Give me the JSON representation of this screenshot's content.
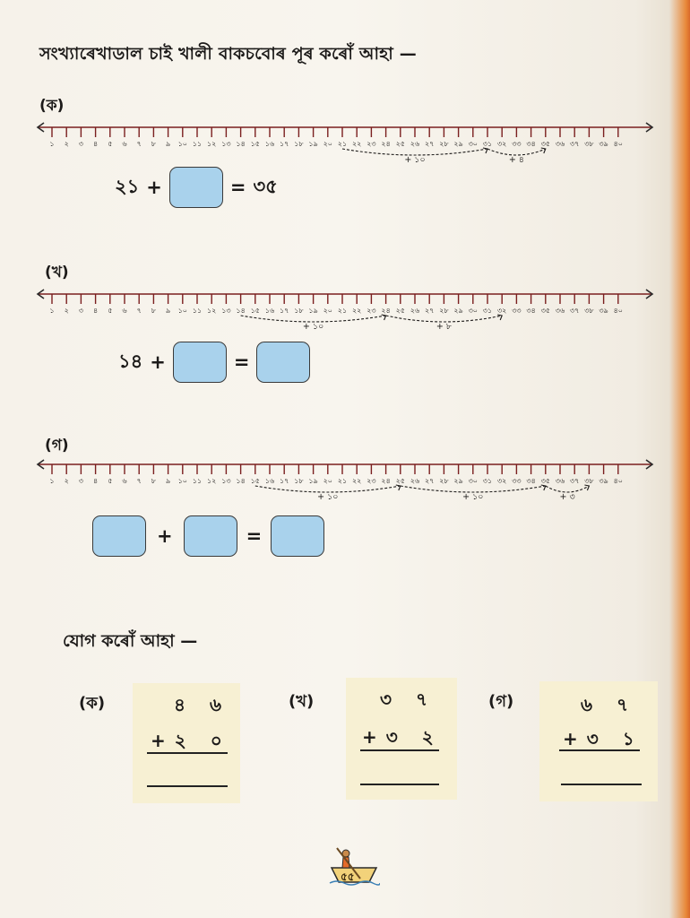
{
  "instruction": "সংখ্যাৰেখাডাল চাই খালী বাকচবোৰ পূৰ কৰোঁ আহা —",
  "tick_labels": [
    "১",
    "২",
    "৩",
    "৪",
    "৫",
    "৬",
    "৭",
    "৮",
    "৯",
    "১০",
    "১১",
    "১২",
    "১৩",
    "১৪",
    "১৫",
    "১৬",
    "১৭",
    "১৮",
    "১৯",
    "২০",
    "২১",
    "২২",
    "২৩",
    "২৪",
    "২৫",
    "২৬",
    "২৭",
    "২৮",
    "২৯",
    "৩০",
    "৩১",
    "৩২",
    "৩৩",
    "৩৪",
    "৩৫",
    "৩৬",
    "৩৭",
    "৩৮",
    "৩৯",
    "৪০"
  ],
  "problems": [
    {
      "label": "(ক)",
      "jumps": [
        {
          "from": 21,
          "to": 31,
          "text": "+ ১০"
        },
        {
          "from": 31,
          "to": 35,
          "text": "+ ৪"
        }
      ],
      "equation": {
        "first": "২১",
        "plus": "+",
        "equals": "=",
        "result": "৩৫"
      }
    },
    {
      "label": "(খ)",
      "jumps": [
        {
          "from": 14,
          "to": 24,
          "text": "+ ১০"
        },
        {
          "from": 24,
          "to": 32,
          "text": "+ ৮"
        }
      ],
      "equation": {
        "first": "১৪",
        "plus": "+",
        "equals": "="
      }
    },
    {
      "label": "(গ)",
      "jumps": [
        {
          "from": 15,
          "to": 25,
          "text": "+ ১০"
        },
        {
          "from": 25,
          "to": 35,
          "text": "+ ১০"
        },
        {
          "from": 35,
          "to": 38,
          "text": "+ ৩"
        }
      ],
      "equation": {
        "plus": "+",
        "equals": "="
      }
    }
  ],
  "addition": {
    "title": "যোগ কৰোঁ আহা —",
    "items": [
      {
        "label": "(ক)",
        "top": "৪ ৬",
        "bottom": "+২ ০"
      },
      {
        "label": "(খ)",
        "top": "৩ ৭",
        "bottom": "+৩ ২"
      },
      {
        "label": "(গ)",
        "top": "৬ ৭",
        "bottom": "+৩ ১"
      }
    ]
  },
  "page_number": "৫৫",
  "colors": {
    "answer_box": "#a9d2ec",
    "card": "#f7f0d3",
    "page_edge": "#e8893a"
  },
  "icons": [
    "boat-rower-icon"
  ]
}
